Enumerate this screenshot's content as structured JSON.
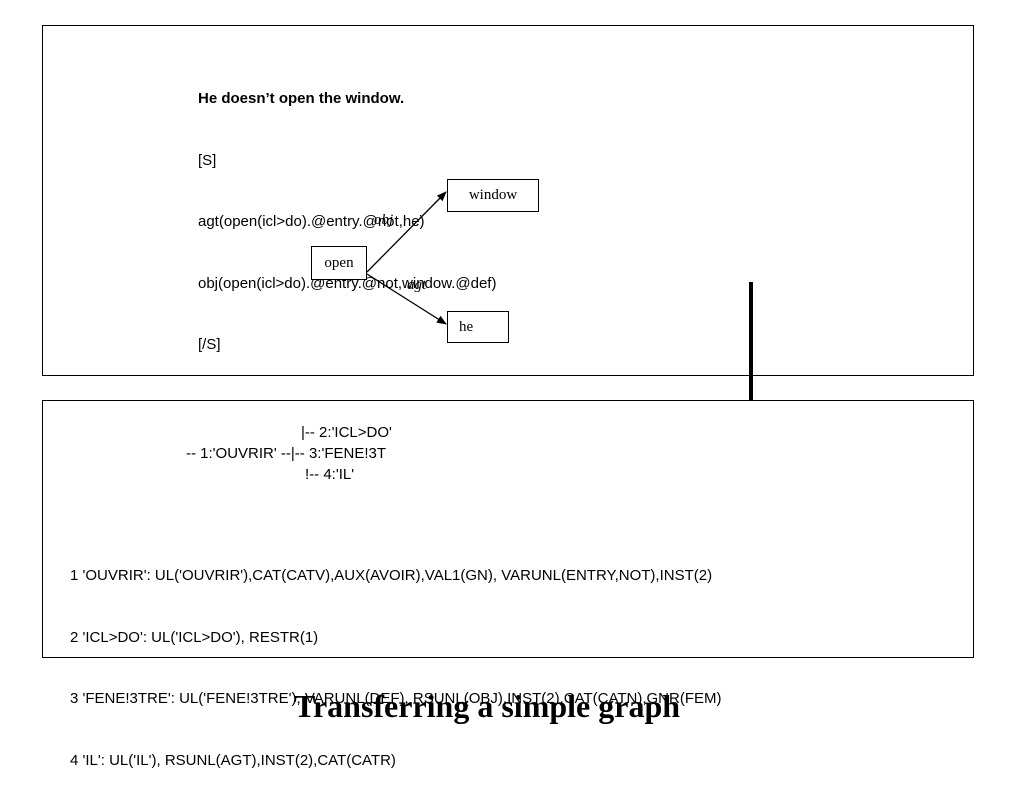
{
  "unl_expression": {
    "headline": "He doesn’t open the window.",
    "open_tag": "[S]",
    "lines": [
      "agt(open(icl>do).@entry.@not,he)",
      "obj(open(icl>do).@entry.@not,window.@def)"
    ],
    "close_tag": "[/S]"
  },
  "graph": {
    "nodes": {
      "window": "window",
      "open": "open",
      "he": "he"
    },
    "relations": {
      "obj": "obj",
      "agt": "agt"
    }
  },
  "tree": {
    "lines": [
      "|-- 2:'ICL>DO'",
      "-- 1:'OUVRIR' --|-- 3:'FENE!3T",
      "!-- 4:'IL'"
    ]
  },
  "rules": [
    "1 'OUVRIR': UL('OUVRIR'),CAT(CATV),AUX(AVOIR),VAL1(GN), VARUNL(ENTRY,NOT),INST(2)",
    "2 'ICL>DO': UL('ICL>DO'), RESTR(1)",
    "3 'FENE!3TRE': UL('FENE!3TRE'), VARUNL(DEF), RSUNL(OBJ),INST(2),CAT(CATN),GNR(FEM)",
    "4 'IL': UL('IL'), RSUNL(AGT),INST(2),CAT(CATR)"
  ],
  "title": "Transferring a simple graph"
}
